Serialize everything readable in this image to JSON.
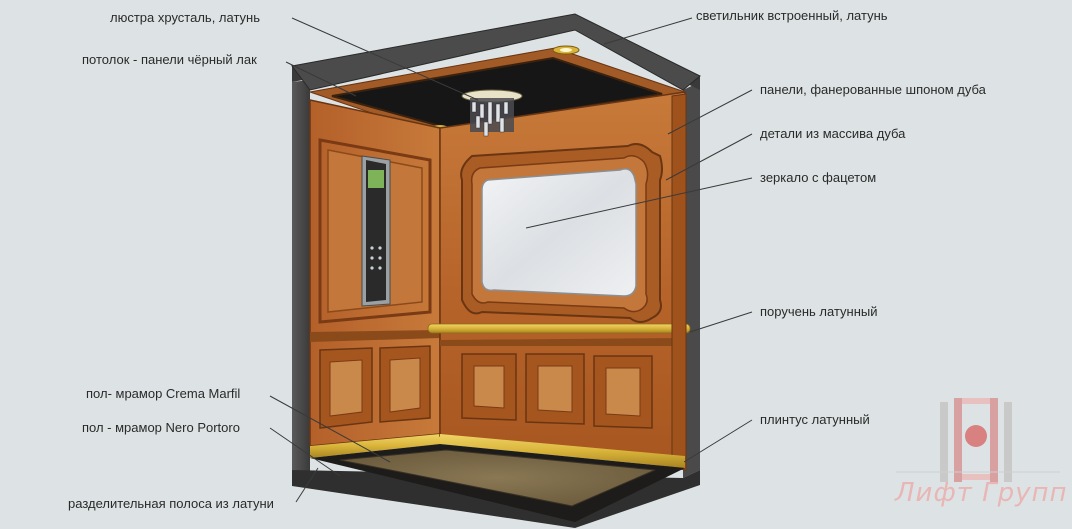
{
  "callouts": {
    "chandelier": "люстра хрусталь, латунь",
    "ceiling": "потолок - панели чёрный лак",
    "downlight": "светильник встроенный, латунь",
    "veneer_panels": "панели, фанерованные шпоном дуба",
    "solid_oak": "детали из массива дуба",
    "mirror": "зеркало с фацетом",
    "handrail": "поручень латунный",
    "floor_crema": "пол- мрамор Crema Marfil",
    "floor_nero": "пол - мрамор Nero Portoro",
    "skirting": "плинтус латунный",
    "strip": "разделительная полоса из латуни"
  },
  "logo": {
    "text": "Лифт Групп",
    "color": "#e9b6b6"
  },
  "colors": {
    "background": "#dde3e4",
    "wood": "#b8652b",
    "wood_dark": "#7a3a14",
    "brass": "#d9b43a",
    "ceiling": "#1b1b1b",
    "floor_outer": "#1e1c1a",
    "floor_inner": "#7a6a4a",
    "mirror": "#e9ecef"
  }
}
